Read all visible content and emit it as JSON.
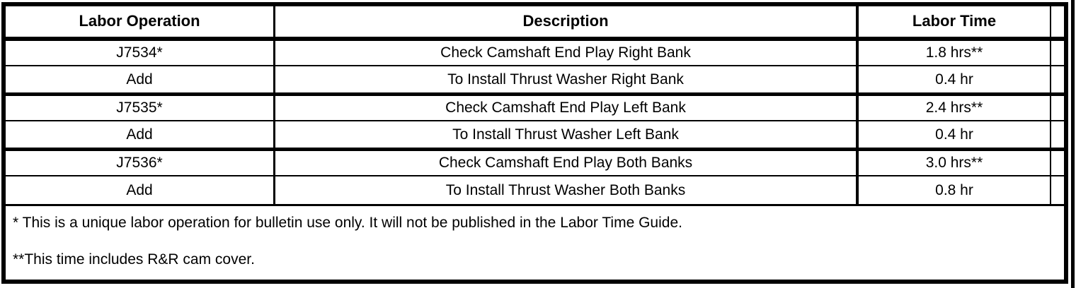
{
  "table": {
    "headers": {
      "labor_operation": "Labor Operation",
      "description": "Description",
      "labor_time": "Labor Time"
    },
    "rows": [
      {
        "labor_operation": "J7534*",
        "description": "Check Camshaft End Play Right Bank",
        "labor_time": "1.8 hrs**"
      },
      {
        "labor_operation": "Add",
        "description": "To Install Thrust Washer Right Bank",
        "labor_time": "0.4 hr"
      },
      {
        "labor_operation": "J7535*",
        "description": "Check Camshaft End Play Left Bank",
        "labor_time": "2.4 hrs**"
      },
      {
        "labor_operation": "Add",
        "description": "To Install Thrust Washer Left Bank",
        "labor_time": "0.4 hr"
      },
      {
        "labor_operation": "J7536*",
        "description": "Check Camshaft End Play Both Banks",
        "labor_time": "3.0 hrs**"
      },
      {
        "labor_operation": "Add",
        "description": "To Install Thrust Washer Both Banks",
        "labor_time": "0.8 hr"
      }
    ],
    "footnotes": [
      "* This is a unique labor operation for bulletin use only. It will not be published in the Labor Time Guide.",
      "**This time includes R&R cam cover."
    ]
  },
  "colors": {
    "ink": "#000000",
    "paper": "#ffffff"
  }
}
